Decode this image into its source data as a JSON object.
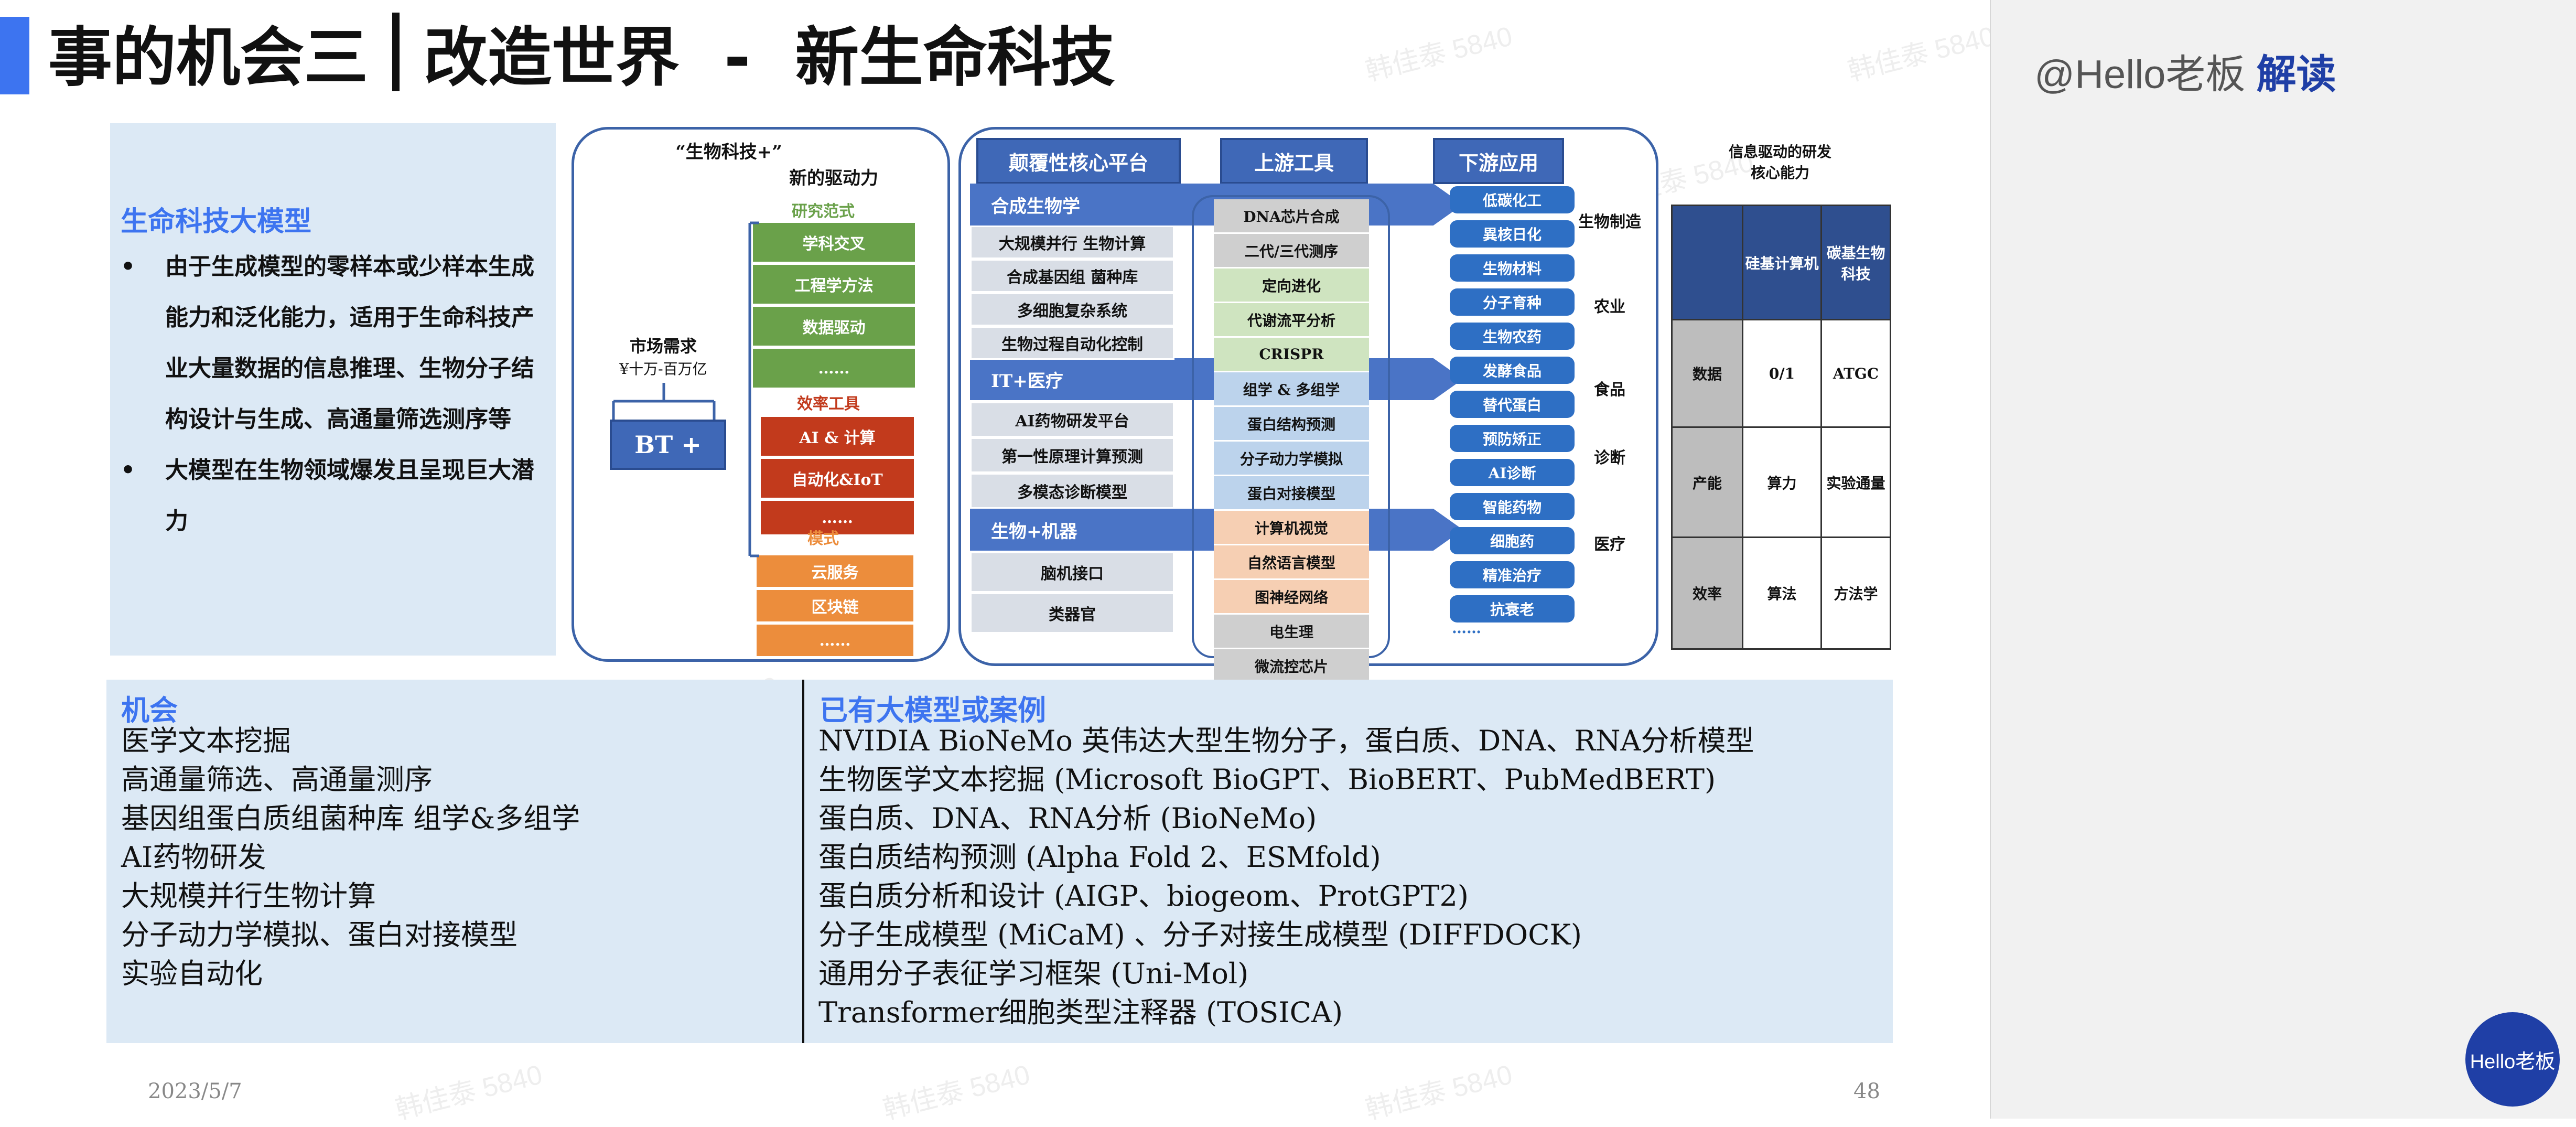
{
  "header": {
    "title_left": "事的机会三",
    "title_right": "改造世界 - 新生命科技"
  },
  "side": {
    "byline_prefix": "@Hello老板",
    "byline_bold": "解读",
    "circle_text": "Hello老板"
  },
  "left_box": {
    "heading": "生命科技大模型",
    "bullets": [
      "由于生成模型的零样本或少样本生成能力和泛化能力，适用于生命科技产业大量数据的信息推理、生物分子结构设计与生成、高通量筛选测序等",
      "大模型在生物领域爆发且呈现巨大潜力"
    ]
  },
  "diagram_left": {
    "title_line1": "“生物科技+”",
    "title_line2": "新的驱动力",
    "research_label": "研究范式",
    "research": [
      "学科交叉",
      "工程学方法",
      "数据驱动",
      "……"
    ],
    "tools_label": "效率工具",
    "tools": [
      "AI & 计算",
      "自动化&IoT",
      "……"
    ],
    "mode_label": "模式",
    "modes": [
      "云服务",
      "区块链",
      "……"
    ],
    "market_label": "市场需求",
    "market_value": "¥十万-百万亿",
    "bt": "BT +"
  },
  "diagram_main": {
    "headers": [
      "颠覆性核心平台",
      "上游工具",
      "下游应用"
    ],
    "bands": [
      "合成生物学",
      "IT+医疗",
      "生物+机器"
    ],
    "core_groups": [
      [
        "大规模并行 生物计算",
        "合成基因组 菌种库",
        "多细胞复杂系统",
        "生物过程自动化控制"
      ],
      [
        "AI药物研发平台",
        "第一性原理计算预测",
        "多模态诊断模型"
      ],
      [
        "脑机接口",
        "类器官"
      ]
    ],
    "upstream": [
      "DNA芯片合成",
      "二代/三代测序",
      "定向进化",
      "代谢流平分析",
      "CRISPR",
      "组学 & 多组学",
      "蛋白结构预测",
      "分子动力学模拟",
      "蛋白对接模型",
      "计算机视觉",
      "自然语言模型",
      "图神经网络",
      "电生理",
      "微流控芯片"
    ],
    "downstream": [
      "低碳化工",
      "異核日化",
      "生物材料",
      "分子育种",
      "生物农药",
      "发酵食品",
      "替代蛋白",
      "预防矫正",
      "AI诊断",
      "智能药物",
      "细胞药",
      "精准治疗",
      "抗衰老"
    ],
    "downstream_more": "……",
    "sectors": [
      "生物制造",
      "农业",
      "食品",
      "诊断",
      "医疗"
    ]
  },
  "table": {
    "title_line1": "信息驱动的研发",
    "title_line2": "核心能力",
    "col_headers": [
      "",
      "硅基计算机",
      "碳基生物科技"
    ],
    "rows": [
      {
        "label": "数据",
        "silicon": "0/1",
        "carbon": "ATGC"
      },
      {
        "label": "产能",
        "silicon": "算力",
        "carbon": "实验通量"
      },
      {
        "label": "效率",
        "silicon": "算法",
        "carbon": "方法学"
      }
    ]
  },
  "bottom": {
    "left_title": "机会",
    "left_items": [
      "医学文本挖掘",
      "高通量筛选、高通量测序",
      "基因组蛋白质组菌种库 组学&多组学",
      "AI药物研发",
      "大规模并行生物计算",
      "分子动力学模拟、蛋白对接模型",
      "实验自动化"
    ],
    "right_title": "已有大模型或案例",
    "right_items": [
      "NVIDIA BioNeMo 英伟达大型生物分子，蛋白质、DNA、RNA分析模型",
      "生物医学文本挖掘 (Microsoft BioGPT、BioBERT、PubMedBERT)",
      "蛋白质、DNA、RNA分析 (BioNeMo)",
      "蛋白质结构预测 (Alpha Fold 2、ESMfold)",
      "蛋白质分析和设计 (AIGP、biogeom、ProtGPT2)",
      "分子生成模型 (MiCaM) 、分子对接生成模型 (DIFFDOCK)",
      "通用分子表征学习框架 (Uni-Mol)",
      "Transformer细胞类型注释器 (TOSICA)"
    ]
  },
  "footer": {
    "date": "2023/5/7",
    "page": "48"
  },
  "watermark": "韩佳泰 5840",
  "colors": {
    "accent": "#3d74f0",
    "brand_blue": "#1f3fa6",
    "box_bg": "#dce9f5"
  }
}
